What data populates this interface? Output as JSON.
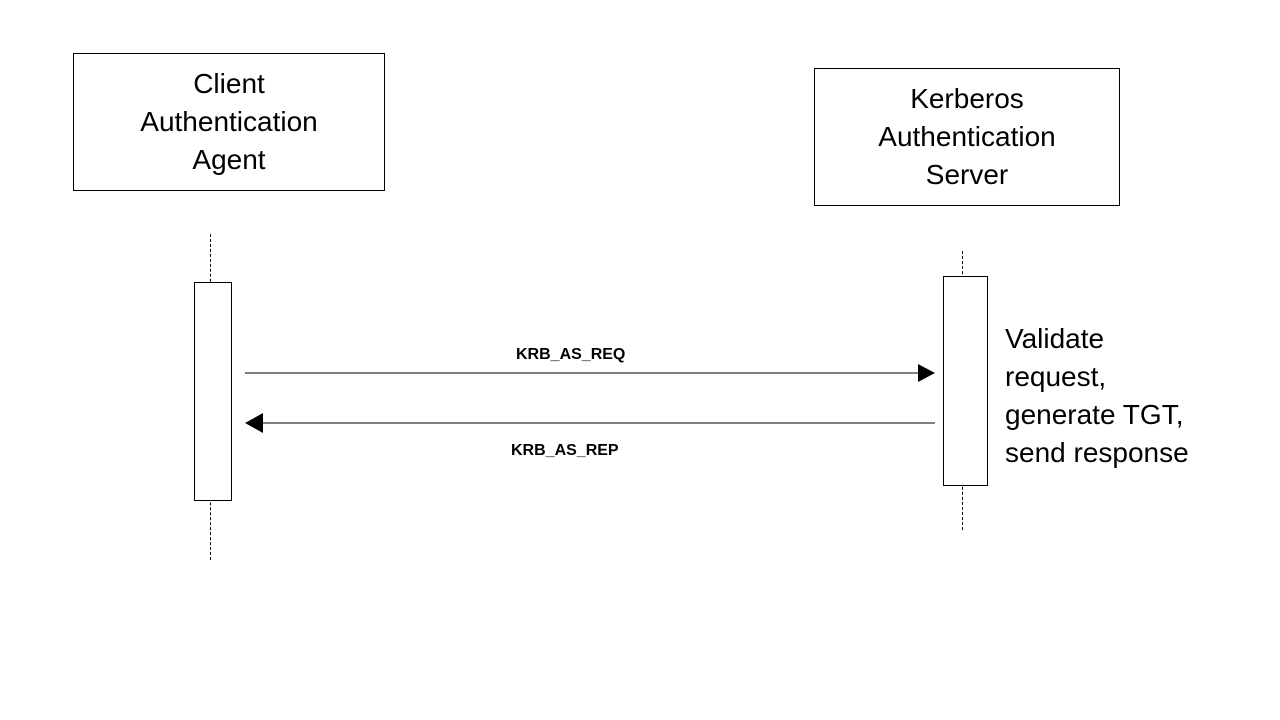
{
  "participants": {
    "client": {
      "label": "Client\nAuthentication\nAgent"
    },
    "server": {
      "label": "Kerberos\nAuthentication\nServer"
    }
  },
  "messages": {
    "request": {
      "label": "KRB_AS_REQ",
      "from": "client",
      "to": "server"
    },
    "reply": {
      "label": "KRB_AS_REP",
      "from": "server",
      "to": "client"
    }
  },
  "server_note": "Validate\nrequest,\ngenerate TGT,\nsend response"
}
